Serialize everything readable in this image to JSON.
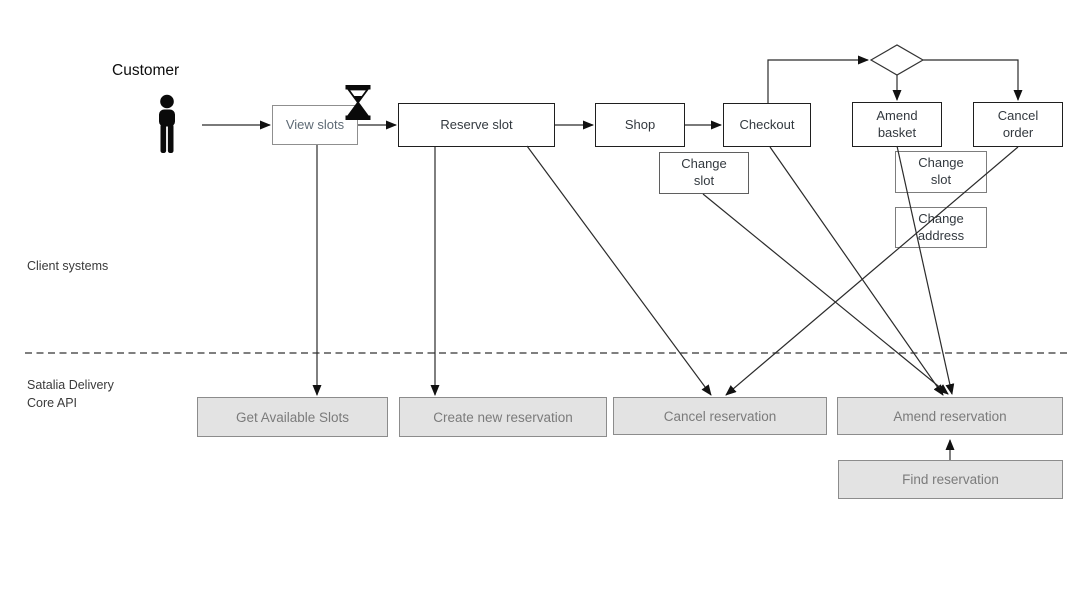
{
  "diagram": {
    "customer_label": "Customer",
    "lanes": {
      "client": "Client systems",
      "api": "Satalia Delivery\nCore API"
    },
    "client_nodes": {
      "view_slots": "View slots",
      "reserve_slot": "Reserve slot",
      "shop": "Shop",
      "checkout": "Checkout",
      "amend_basket": "Amend\nbasket",
      "cancel_order": "Cancel\norder",
      "change_slot_upper": "Change\nslot",
      "change_slot_right": "Change\nslot",
      "change_address": "Change\naddress"
    },
    "api_nodes": {
      "get_available_slots": "Get Available Slots",
      "create_new_reservation": "Create new reservation",
      "cancel_reservation": "Cancel reservation",
      "amend_reservation": "Amend reservation",
      "find_reservation": "Find reservation"
    },
    "icons": {
      "person": "person-icon",
      "hourglass": "hourglass-icon",
      "decision": "decision-diamond"
    },
    "edges": [
      {
        "from": "customer",
        "to": "view_slots"
      },
      {
        "from": "view_slots",
        "to": "reserve_slot"
      },
      {
        "from": "reserve_slot",
        "to": "shop"
      },
      {
        "from": "shop",
        "to": "checkout"
      },
      {
        "from": "checkout",
        "to": "decision"
      },
      {
        "from": "decision",
        "to": "amend_basket"
      },
      {
        "from": "decision",
        "to": "cancel_order"
      },
      {
        "from": "view_slots",
        "to": "get_available_slots"
      },
      {
        "from": "reserve_slot",
        "to": "create_new_reservation"
      },
      {
        "from": "reserve_slot",
        "to": "cancel_reservation"
      },
      {
        "from": "cancel_order",
        "to": "cancel_reservation"
      },
      {
        "from": "checkout",
        "to": "amend_reservation"
      },
      {
        "from": "change_slot_upper",
        "to": "amend_reservation"
      },
      {
        "from": "amend_basket",
        "to": "amend_reservation"
      },
      {
        "from": "find_reservation",
        "to": "amend_reservation"
      }
    ],
    "colors": {
      "node_border": "#1f1f1f",
      "muted_border": "#8f8f8f",
      "api_fill": "#e3e3e3",
      "api_border": "#8c8c8c",
      "api_text": "#7b7b7b",
      "connector": "#2b2b2b"
    }
  }
}
